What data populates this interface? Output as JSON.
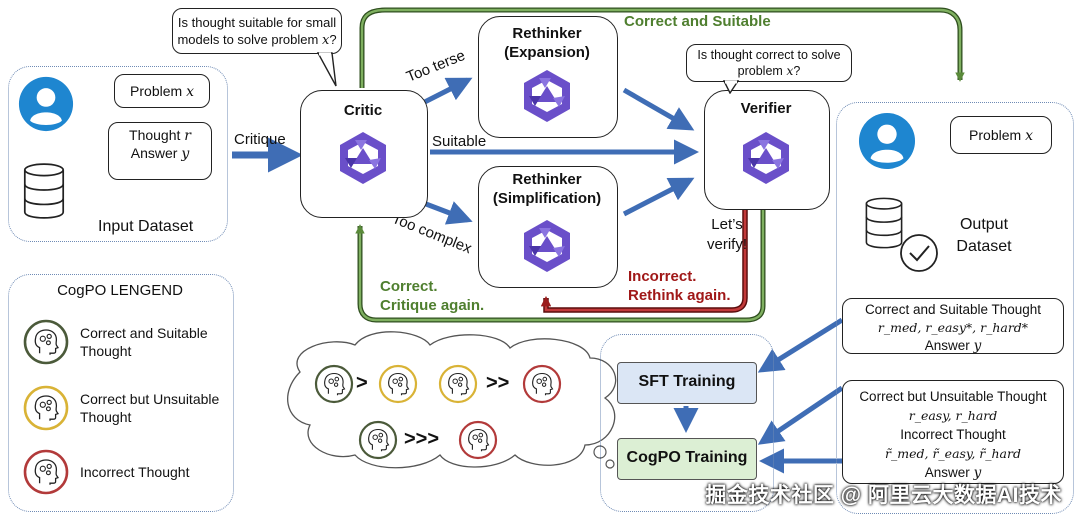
{
  "input_panel": {
    "label": "Input Dataset",
    "problem_label": "Problem",
    "problem_var": "x",
    "thought_label": "Thought",
    "thought_var": "r",
    "answer_label": "Answer",
    "answer_var": "y"
  },
  "arrows": {
    "critique": "Critique",
    "too_terse": "Too terse",
    "suitable": "Suitable",
    "too_complex": "Too complex",
    "correct_and_suitable": "Correct and Suitable",
    "lets_verify_1": "Let’s",
    "lets_verify_2": "verify!",
    "incorrect_1": "Incorrect.",
    "incorrect_2": "Rethink again.",
    "correct_1": "Correct.",
    "correct_2": "Critique again."
  },
  "nodes": {
    "critic": "Critic",
    "rethinker_expansion_1": "Rethinker",
    "rethinker_expansion_2": "(Expansion)",
    "rethinker_simplification_1": "Rethinker",
    "rethinker_simplification_2": "(Simplification)",
    "verifier": "Verifier"
  },
  "bubbles": {
    "critic_q_1": "Is thought suitable for small",
    "critic_q_2": "models to solve problem",
    "critic_q_var": "x",
    "verifier_q_1": "Is thought correct to solve",
    "verifier_q_2": "problem",
    "verifier_q_var": "x"
  },
  "output_panel": {
    "label_1": "Output",
    "label_2": "Dataset",
    "problem_label": "Problem",
    "problem_var": "x",
    "correct_suitable_title": "Correct and Suitable Thought",
    "correct_suitable_vars": "r_med, r_easy*, r_hard*",
    "correct_suitable_answer": "Answer",
    "correct_suitable_answer_var": "y",
    "unsuitable_title": "Correct but Unsuitable Thought",
    "unsuitable_vars": "r_easy, r_hard",
    "incorrect_title": "Incorrect Thought",
    "incorrect_vars": "r̃_med, r̃_easy, r̃_hard",
    "incorrect_answer": "Answer",
    "incorrect_answer_var": "y"
  },
  "legend": {
    "title": "CogPO LENGEND",
    "items": [
      {
        "label_1": "Correct and Suitable",
        "label_2": "Thought",
        "color": "#4b5a3a"
      },
      {
        "label_1": "Correct but Unsuitable",
        "label_2": "Thought",
        "color": "#d9b336"
      },
      {
        "label_1": "Incorrect Thought",
        "label_2": "",
        "color": "#b23a3a"
      }
    ]
  },
  "cloud": {
    "gt": ">",
    "gtgt": ">>",
    "gtgtgt": ">>>"
  },
  "training": {
    "sft": "SFT Training",
    "cogpo": "CogPO Training"
  },
  "watermark": "掘金技术社区 @ 阿里云大数据AI技术",
  "colors": {
    "blue_arrow": "#3f6db5",
    "green_arrow": "#5a8a3a",
    "red_arrow": "#9a1c1c",
    "node_purple": "#6a4fc9",
    "sft_fill": "#dbe6f5",
    "cogpo_fill": "#dcefd4"
  }
}
